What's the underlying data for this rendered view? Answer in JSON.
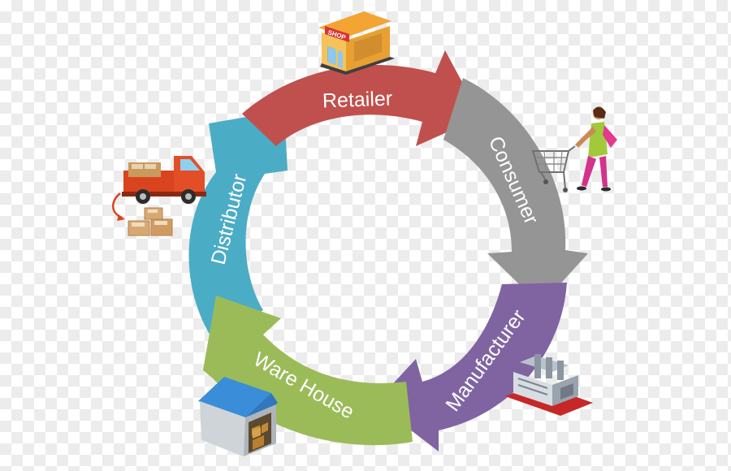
{
  "diagram": {
    "stages": [
      {
        "id": "retailer",
        "label": "Retailer",
        "color": "#c0504d",
        "icon": "shop-icon"
      },
      {
        "id": "consumer",
        "label": "Consumer",
        "color": "#959595",
        "icon": "shopper-with-cart-icon"
      },
      {
        "id": "manufacturer",
        "label": "Manufacturer",
        "color": "#8064a2",
        "icon": "factory-icon"
      },
      {
        "id": "warehouse",
        "label": "Ware House",
        "color": "#9bbb59",
        "icon": "warehouse-icon"
      },
      {
        "id": "distributor",
        "label": "Distributor",
        "color": "#4bacc6",
        "icon": "delivery-truck-icon"
      }
    ],
    "shop_sign": "SHOP"
  }
}
